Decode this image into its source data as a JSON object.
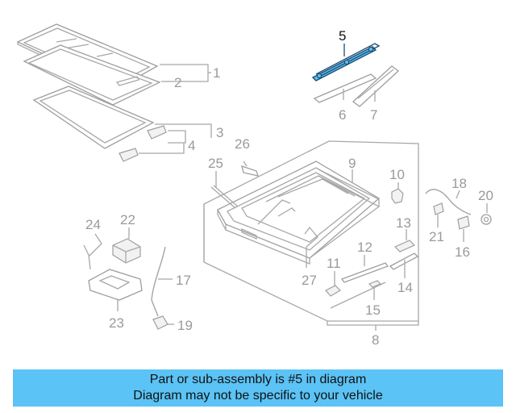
{
  "diagram": {
    "highlight_color": "#5bc3f5",
    "callouts": {
      "c1": "1",
      "c2": "2",
      "c3": "3",
      "c4": "4",
      "c5": "5",
      "c6": "6",
      "c7": "7",
      "c8": "8",
      "c9": "9",
      "c10": "10",
      "c11": "11",
      "c12": "12",
      "c13": "13",
      "c14": "14",
      "c15": "15",
      "c16": "16",
      "c17": "17",
      "c18": "18",
      "c19": "19",
      "c20": "20",
      "c21": "21",
      "c22": "22",
      "c23": "23",
      "c24": "24",
      "c25": "25",
      "c26": "26",
      "c27": "27"
    }
  },
  "banner": {
    "line1": "Part or sub-assembly is #5 in diagram",
    "line2": "Diagram may not be specific to your vehicle"
  }
}
